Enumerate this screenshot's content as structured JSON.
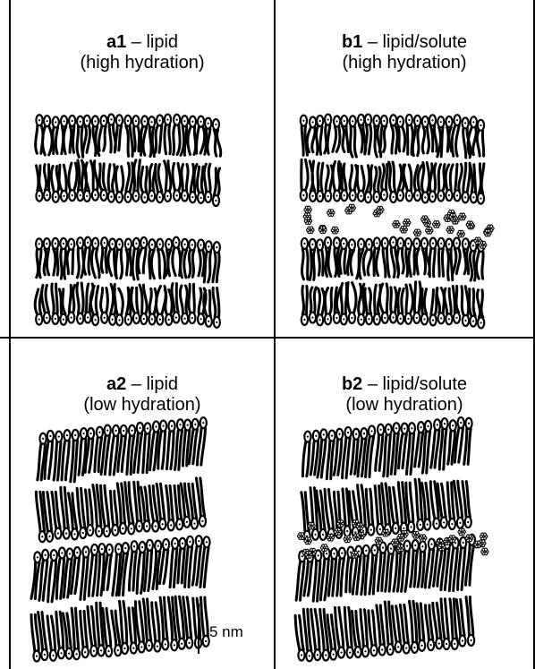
{
  "figure": {
    "panels": [
      {
        "id": "a1",
        "label": "lipid",
        "condition": "(high hydration)",
        "solute": false,
        "hydration": "high"
      },
      {
        "id": "b1",
        "label": "lipid/solute",
        "condition": "(high hydration)",
        "solute": true,
        "hydration": "high"
      },
      {
        "id": "a2",
        "label": "lipid",
        "condition": "(low hydration)",
        "solute": false,
        "hydration": "low"
      },
      {
        "id": "b2",
        "label": "lipid/solute",
        "condition": "(low hydration)",
        "solute": true,
        "hydration": "low"
      }
    ],
    "scale_bar": {
      "label": "5 nm"
    },
    "separator": "–",
    "colors": {
      "ink": "#000000",
      "background": "#ffffff",
      "headgroup_fill": "#ffffff"
    }
  }
}
